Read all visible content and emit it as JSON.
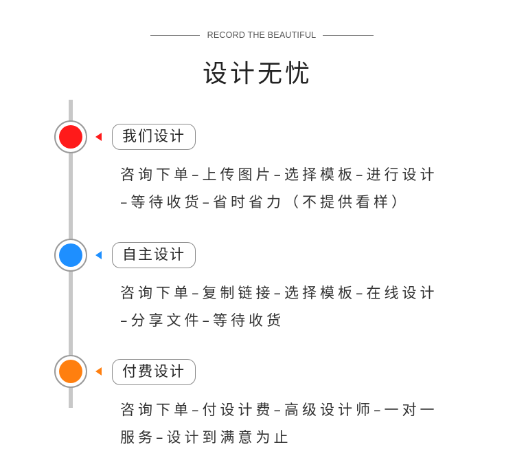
{
  "header": {
    "subtitle": "RECORD THE BEAUTIFUL",
    "title": "设计无忧"
  },
  "steps": [
    {
      "color": "#ff1a1a",
      "tag": "我们设计",
      "lines": [
        "咨询下单–上传图片–选择模板–进行设计",
        "–等待收货–省时省力（不提供看样）"
      ]
    },
    {
      "color": "#1e8fff",
      "tag": "自主设计",
      "lines": [
        "咨询下单–复制链接–选择模板–在线设计",
        "–分享文件–等待收货"
      ]
    },
    {
      "color": "#ff7f0f",
      "tag": "付费设计",
      "lines": [
        "咨询下单–付设计费–高级设计师–一对一",
        "服务–设计到满意为止"
      ]
    }
  ]
}
